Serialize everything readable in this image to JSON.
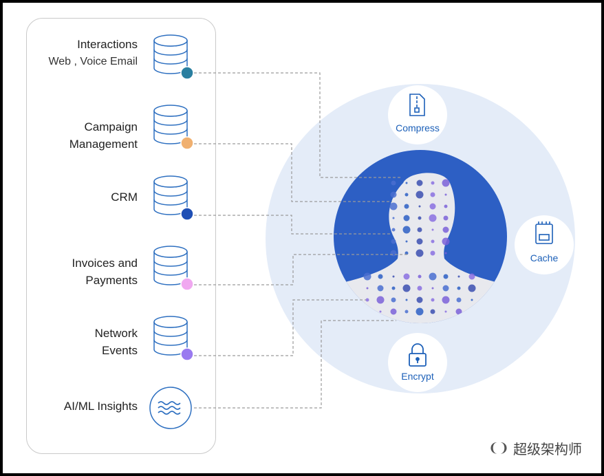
{
  "sources": [
    {
      "id": "interactions",
      "lines": [
        "Interactions"
      ],
      "sub": "Web , Voice Email",
      "dot_color": "#2a7fa0",
      "icon": "database-icon"
    },
    {
      "id": "campaign",
      "lines": [
        "Campaign",
        "Management"
      ],
      "sub": "",
      "dot_color": "#f0b070",
      "icon": "database-icon"
    },
    {
      "id": "crm",
      "lines": [
        "CRM"
      ],
      "sub": "",
      "dot_color": "#1f4fb5",
      "icon": "database-icon"
    },
    {
      "id": "invoices",
      "lines": [
        "Invoices and",
        "Payments"
      ],
      "sub": "",
      "dot_color": "#f0a8f0",
      "icon": "database-icon"
    },
    {
      "id": "network",
      "lines": [
        "Network",
        "Events"
      ],
      "sub": "",
      "dot_color": "#9a7af0",
      "icon": "database-icon"
    },
    {
      "id": "aiml",
      "lines": [
        "AI/ML Insights"
      ],
      "sub": "",
      "dot_color": "",
      "icon": "waves-icon"
    }
  ],
  "operations": {
    "compress": {
      "label": "Compress",
      "icon": "zip-file-icon"
    },
    "cache": {
      "label": "Cache",
      "icon": "memory-chip-icon"
    },
    "encrypt": {
      "label": "Encrypt",
      "icon": "padlock-icon"
    }
  },
  "center": {
    "icon": "customer-profile-icon"
  },
  "colors": {
    "outer_circle": "#e4ecf8",
    "inner_circle": "#2d5fc4",
    "silhouette": "#e8e9ee",
    "connector": "#9a9a9a",
    "db_stroke": "#2d6fc0",
    "op_text": "#1b5fb8"
  },
  "watermark": {
    "text": "超级架构师",
    "icon": "wechat-icon"
  }
}
